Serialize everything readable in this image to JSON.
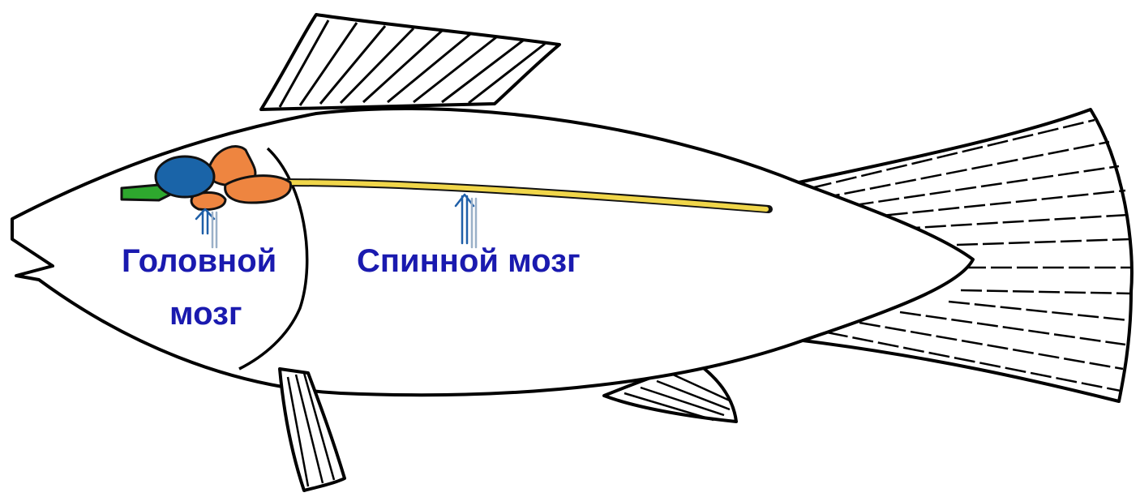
{
  "labels": {
    "brain_line1": "Головной",
    "brain_line2": "мозг",
    "spinal_cord": "Спинной мозг"
  },
  "colors": {
    "outline": "#000000",
    "label_text": "#1a1aaf",
    "arrow_dark": "#1f5fa8",
    "arrow_light": "#9ab0c8",
    "olfactory": "#2ea82e",
    "forebrain": "#1a64a8",
    "brain_parts": "#ee8540",
    "spinal_cord": "#f0d64a"
  },
  "icons": {
    "brain_pointer": "double-up-arrow",
    "cord_pointer": "double-up-arrow"
  }
}
